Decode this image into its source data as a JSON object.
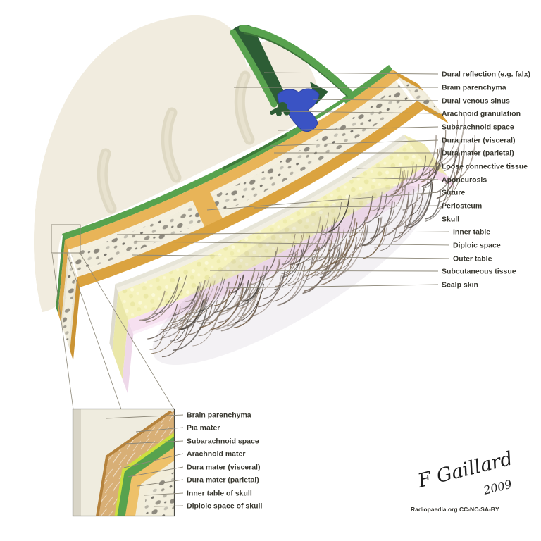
{
  "figure": {
    "title_semantic": "Layers of scalp, skull and meninges",
    "main_labels": [
      {
        "text": "Dural reflection (e.g. falx)",
        "indent": false
      },
      {
        "text": "Brain parenchyma",
        "indent": false
      },
      {
        "text": "Dural venous sinus",
        "indent": false
      },
      {
        "text": "Arachnoid granulation",
        "indent": false
      },
      {
        "text": "Subarachnoid space",
        "indent": false
      },
      {
        "text": "Dura mater (visceral)",
        "indent": false
      },
      {
        "text": "Dura mater (parietal)",
        "indent": false
      },
      {
        "text": "Loose connective tissue",
        "indent": false
      },
      {
        "text": "Aponeurosis",
        "indent": false
      },
      {
        "text": "Suture",
        "indent": false
      },
      {
        "text": "Periosteum",
        "indent": false
      },
      {
        "text": "Skull",
        "indent": false
      },
      {
        "text": "Inner table",
        "indent": true
      },
      {
        "text": "Diploic space",
        "indent": true
      },
      {
        "text": "Outer table",
        "indent": true
      },
      {
        "text": "Subcutaneous tissue",
        "indent": false
      },
      {
        "text": "Scalp skin",
        "indent": false
      }
    ],
    "inset_labels": [
      {
        "text": "Brain parenchyma"
      },
      {
        "text": "Pia mater"
      },
      {
        "text": "Subarachnoid space"
      },
      {
        "text": "Arachnoid mater"
      },
      {
        "text": "Dura mater (visceral)"
      },
      {
        "text": "Dura mater (parietal)"
      },
      {
        "text": "Inner table of skull"
      },
      {
        "text": "Diploic space of skull"
      }
    ],
    "signature": {
      "name": "F Gaillard",
      "year": "2009"
    },
    "credit": "Radiopaedia.org CC-NC-SA-BY",
    "palette": {
      "brain_cream": "#f1ecdf",
      "brain_side": "#e7e2cd",
      "sulcus_shade": "#dbd4bd",
      "dura_green": "#58a24e",
      "dura_green_dark": "#3e7a3a",
      "falx_dark_green": "#2d5d35",
      "sinus_blue": "#3a53c4",
      "bone_orange": "#e8b458",
      "periosteum_orange": "#dba33f",
      "bone_cream": "#f4efde",
      "diploe_bg": "#f2eedd",
      "diploe_speck": "#8d897e",
      "fat_yellow": "#f5f2bd",
      "skin_pink": "#f6e0f0",
      "hair_dark": "#4a423b",
      "pia_brown": "#b5823c",
      "sas_tan": "#d8af76",
      "arachnoid_yellow_green": "#cde03e",
      "leader_line": "#8d8879",
      "label_text": "#38372f"
    }
  }
}
